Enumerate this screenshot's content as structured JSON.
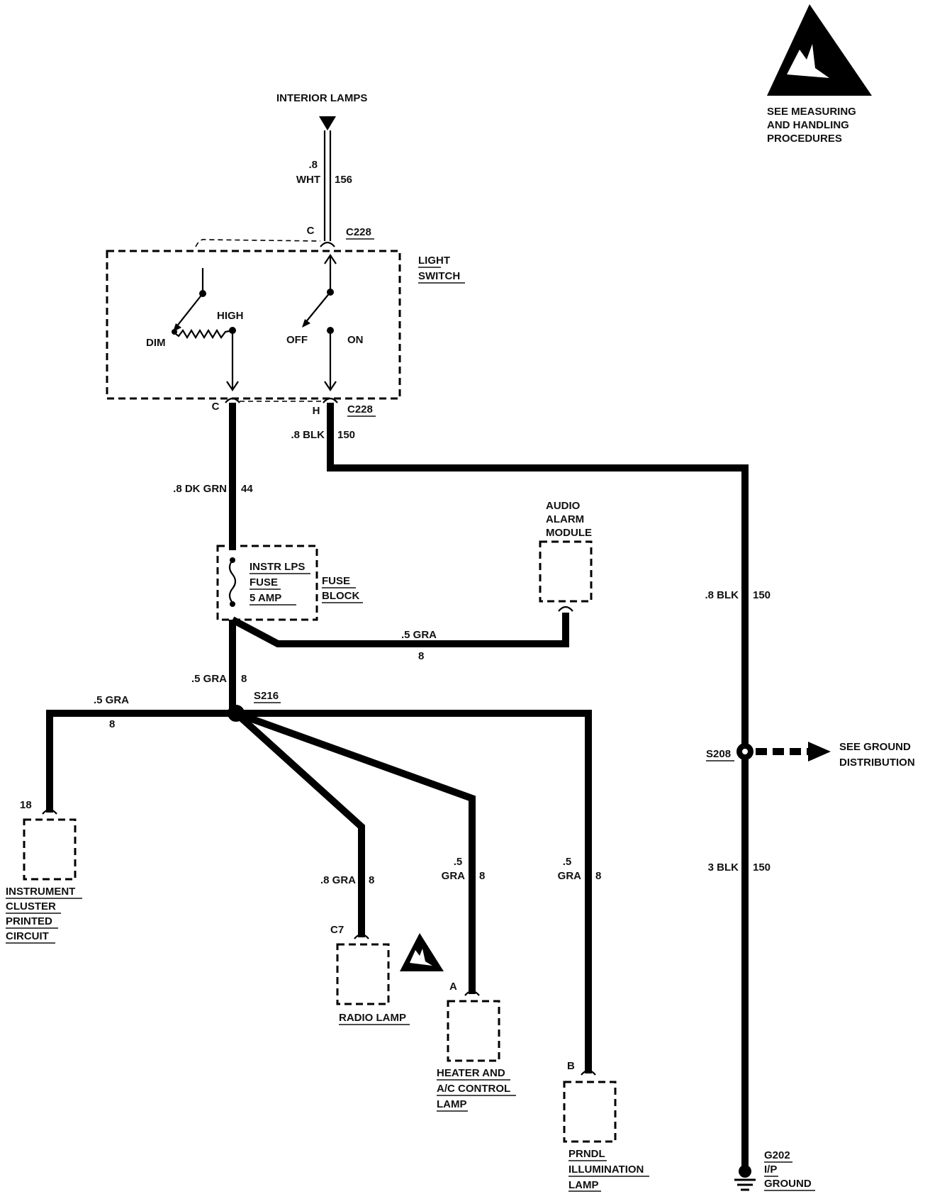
{
  "esd_note": {
    "line1": "SEE MEASURING",
    "line2": "AND HANDLING",
    "line3": "PROCEDURES",
    "icon": "esd-warning-icon"
  },
  "interior_lamps": "INTERIOR LAMPS",
  "wire_top": {
    "size": ".8",
    "color": "WHT",
    "circuit": "156"
  },
  "c228_top": {
    "pin": "C",
    "connector": "C228"
  },
  "light_switch": {
    "line1": "LIGHT",
    "line2": "SWITCH",
    "dim": "DIM",
    "high": "HIGH",
    "off": "OFF",
    "on": "ON"
  },
  "c228_bottom": {
    "pin_left": "C",
    "pin_right": "H",
    "connector": "C228"
  },
  "wire_blk_top": {
    "label": ".8 BLK",
    "circuit": "150"
  },
  "wire_dkgrn": {
    "label": ".8 DK GRN",
    "circuit": "44"
  },
  "fuse": {
    "line1": "INSTR LPS",
    "line2": "FUSE",
    "line3": "5 AMP"
  },
  "fuse_block": {
    "line1": "FUSE",
    "line2": "BLOCK"
  },
  "audio_alarm": {
    "line1": "AUDIO",
    "line2": "ALARM",
    "line3": "MODULE"
  },
  "wire_gra_alarm": {
    "label": ".5 GRA",
    "circuit": "8"
  },
  "wire_gra_down": {
    "label": ".5 GRA",
    "circuit": "8"
  },
  "s216": "S216",
  "wire_gra_left": {
    "label": ".5 GRA",
    "circuit": "8"
  },
  "instrument_cluster": {
    "pin": "18",
    "line1": "INSTRUMENT",
    "line2": "CLUSTER",
    "line3": "PRINTED",
    "line4": "CIRCUIT"
  },
  "radio_lamp": {
    "pin": "C7",
    "label": "RADIO LAMP",
    "wire_label": ".8 GRA",
    "wire_circuit": "8"
  },
  "heater_lamp": {
    "pin": "A",
    "line1": "HEATER AND",
    "line2": "A/C CONTROL",
    "line3": "LAMP",
    "wire_size": ".5",
    "wire_color": "GRA",
    "wire_circuit": "8"
  },
  "prndl_lamp": {
    "pin": "B",
    "line1": "PRNDL",
    "line2": "ILLUMINATION",
    "line3": "LAMP",
    "wire_size": ".5",
    "wire_color": "GRA",
    "wire_circuit": "8"
  },
  "wire_blk_right": {
    "label": ".8 BLK",
    "circuit": "150"
  },
  "s208": "S208",
  "see_ground": {
    "line1": "SEE GROUND",
    "line2": "DISTRIBUTION"
  },
  "wire_3blk": {
    "label": "3 BLK",
    "circuit": "150"
  },
  "ground": {
    "line1": "G202",
    "line2": "I/P",
    "line3": "GROUND"
  }
}
